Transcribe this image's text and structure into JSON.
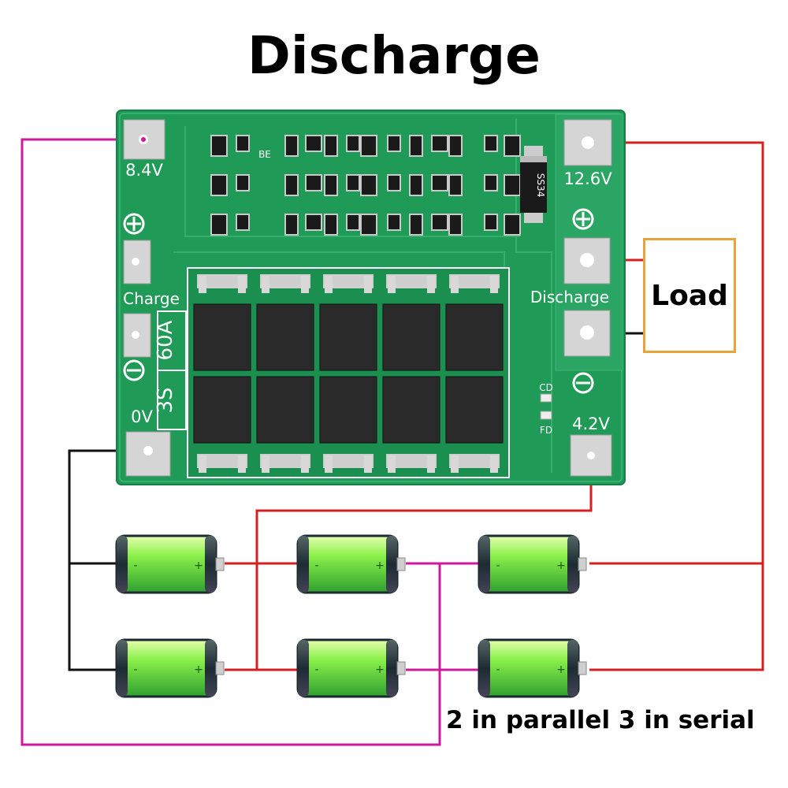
{
  "title": "Discharge",
  "caption": "2 in parallel 3 in serial",
  "load_label": "Load",
  "board": {
    "pads": {
      "p84": "8.4V",
      "p126": "12.6V",
      "p42": "4.2V",
      "p0": "0V",
      "charge": "Charge",
      "discharge": "Discharge"
    },
    "rating": "60A",
    "series": "3S",
    "led_cd": "CD",
    "led_fd": "FD",
    "diode": "SS34",
    "ic_mark": "BE"
  },
  "colors": {
    "pcb": "#1f9a57",
    "wire_red": "#d62020",
    "wire_magenta": "#d0189f",
    "wire_black": "#111111",
    "load_border": "#e8a33a",
    "battery": "#6ee04a"
  }
}
